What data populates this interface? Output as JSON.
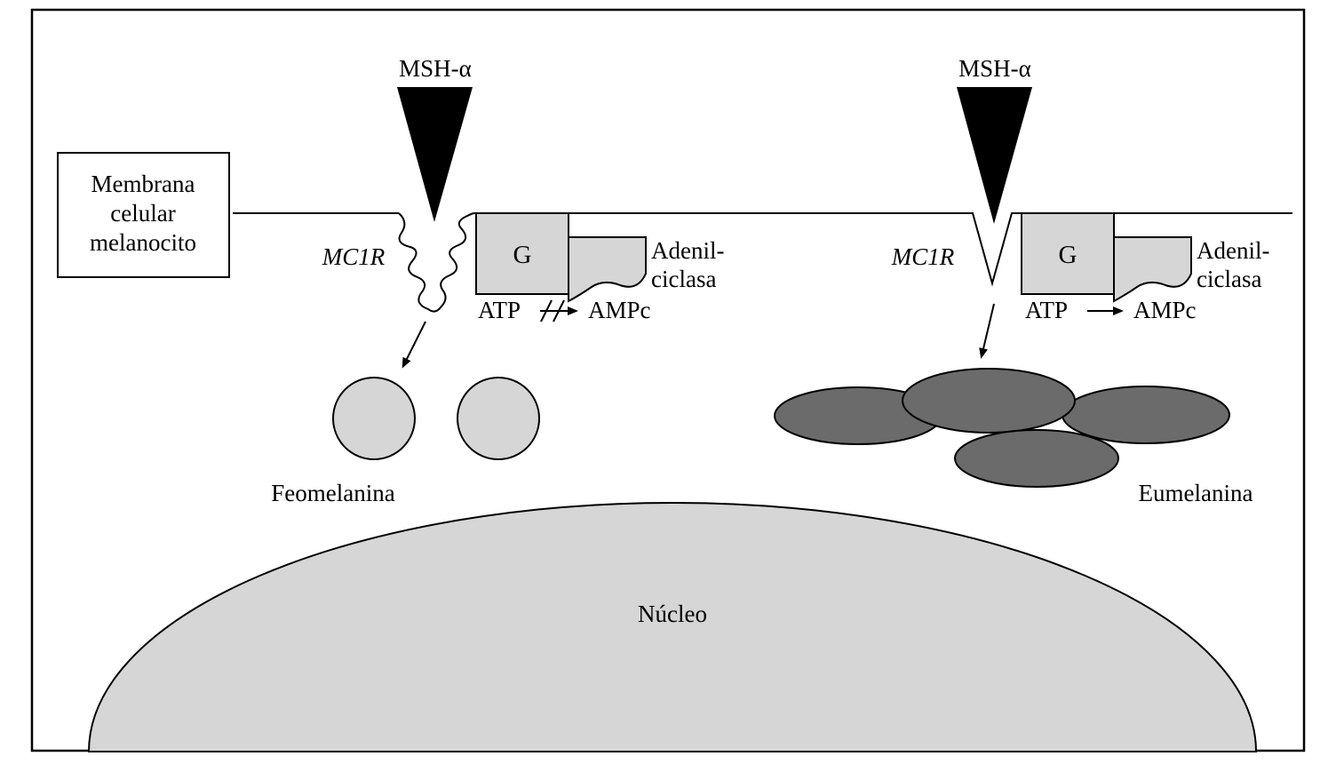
{
  "colors": {
    "background": "#ffffff",
    "outline": "#000000",
    "light_gray": "#d6d6d6",
    "dark_gray": "#6b6b6b",
    "ligand_black": "#000000",
    "box_white": "#ffffff"
  },
  "labels": {
    "membrane_box": [
      "Membrana",
      "celular",
      "melanocito"
    ],
    "left_pathway": {
      "ligand": "MSH-α",
      "receptor": "MC1R",
      "g_protein": "G",
      "enzyme_line1": "Adenil-",
      "enzyme_line2": "ciclasa",
      "substrate": "ATP",
      "product_molecule": "AMPc",
      "melanin": "Feomelanina"
    },
    "right_pathway": {
      "ligand": "MSH-α",
      "receptor": "MC1R",
      "g_protein": "G",
      "enzyme_line1": "Adenil-",
      "enzyme_line2": "ciclasa",
      "substrate": "ATP",
      "product_molecule": "AMPc",
      "melanin": "Eumelanina"
    },
    "nucleus": "Núcleo"
  }
}
